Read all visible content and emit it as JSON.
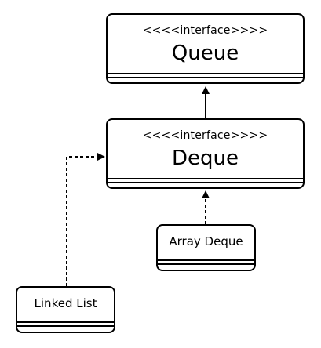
{
  "nodes": {
    "queue": {
      "stereotype": "<<<<interface>>>>",
      "name": "Queue"
    },
    "deque": {
      "stereotype": "<<<<interface>>>>",
      "name": "Deque"
    },
    "array_deque": {
      "name": "Array Deque"
    },
    "linked_list": {
      "name": "Linked List"
    }
  },
  "colors": {
    "stroke": "#000000",
    "background": "#ffffff"
  }
}
